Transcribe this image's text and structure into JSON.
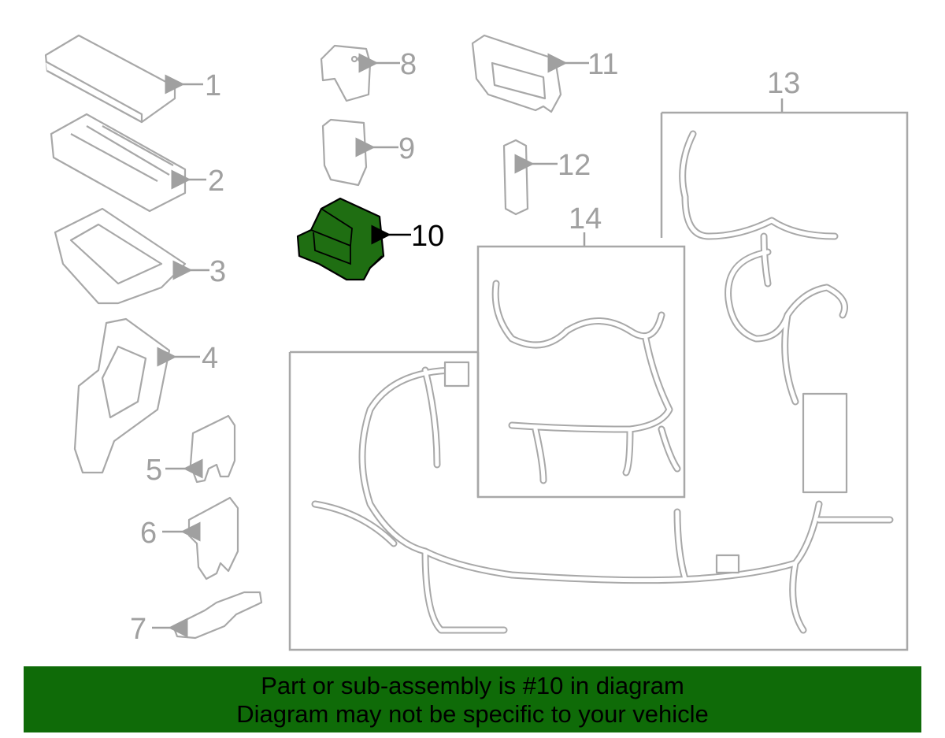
{
  "diagram": {
    "callouts": [
      "1",
      "2",
      "3",
      "4",
      "5",
      "6",
      "7",
      "8",
      "9",
      "10",
      "11",
      "12",
      "13",
      "14"
    ],
    "highlighted_part": "10",
    "colors": {
      "highlight": "#1f6e12",
      "banner": "#0f6b08",
      "line": "#a8a8a8"
    }
  },
  "banner": {
    "line1": "Part or sub-assembly is #10 in diagram",
    "line2": "Diagram may not be specific to your vehicle"
  }
}
